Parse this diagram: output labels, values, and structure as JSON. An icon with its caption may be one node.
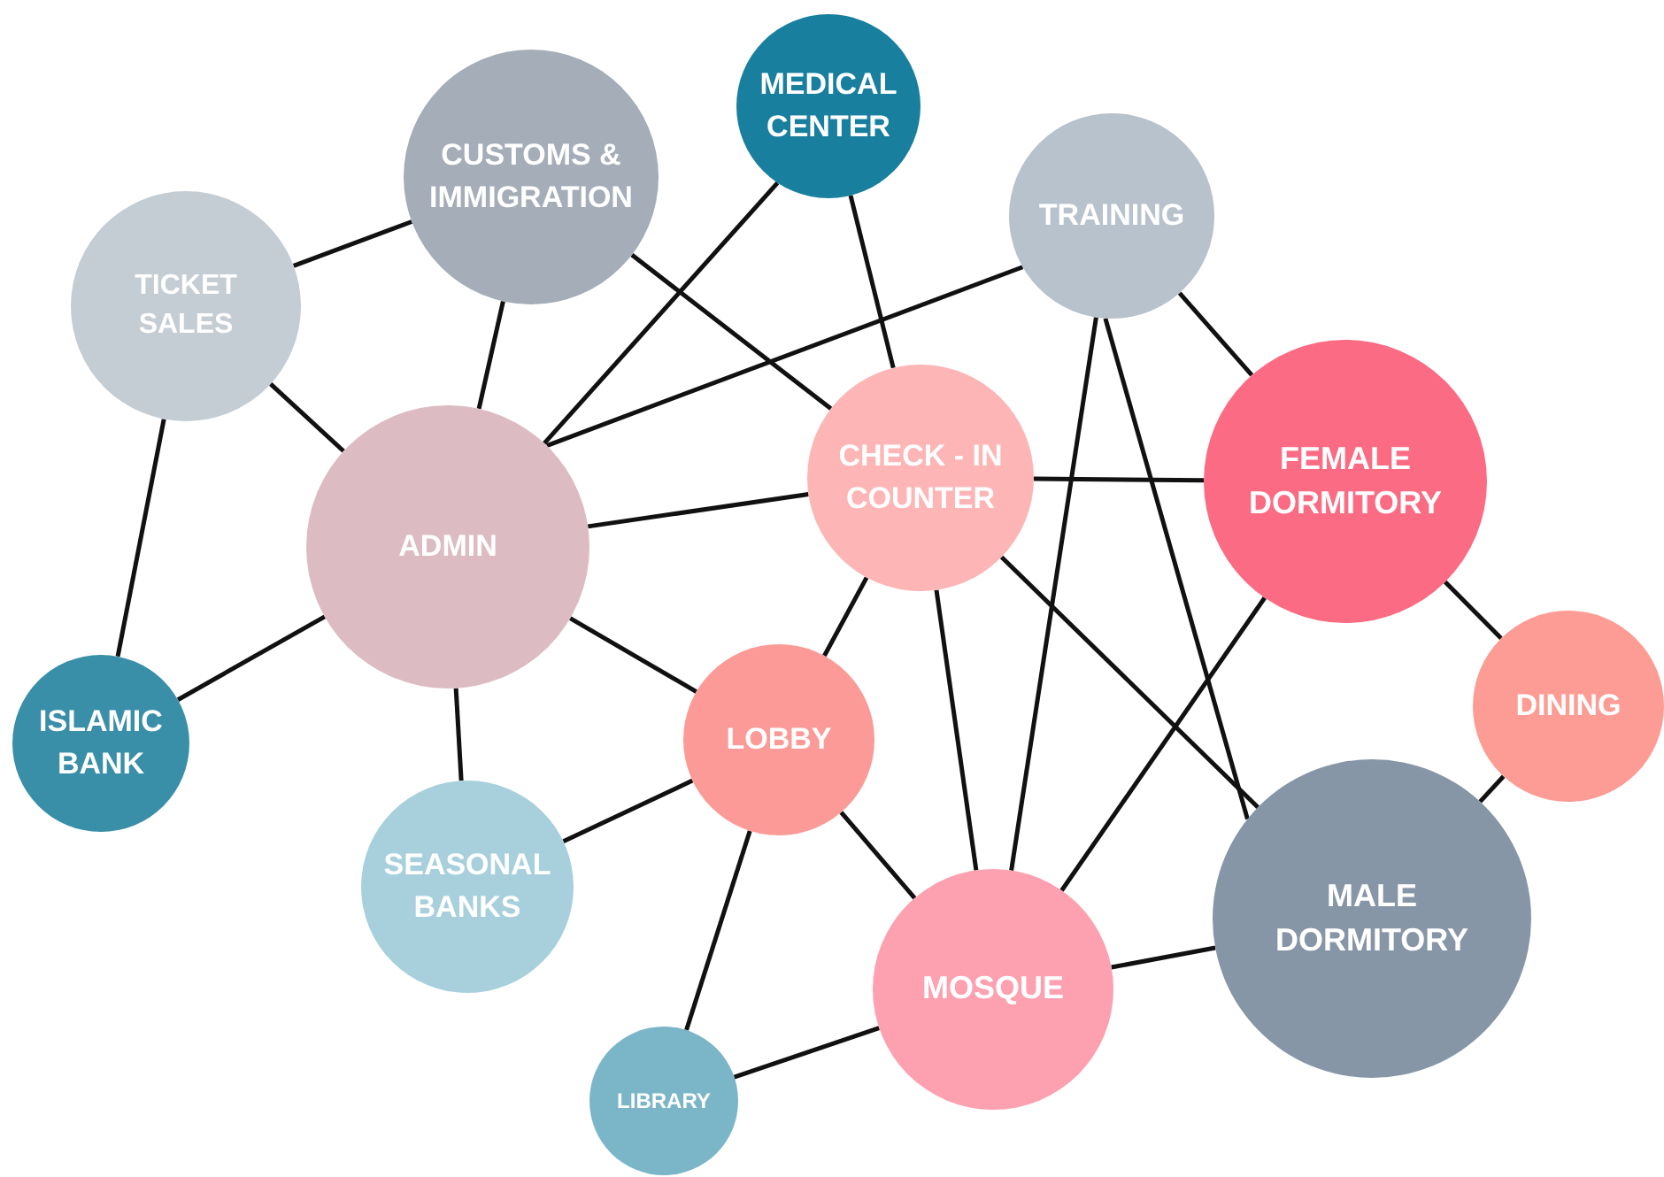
{
  "diagram": {
    "nodes": [
      {
        "text": [
          "TICKET SALES"
        ]
      },
      {
        "text": [
          "CUSTOMS & IMMIGRATION"
        ]
      },
      {
        "text": [
          "MEDICAL CENTER"
        ]
      },
      {
        "text": [
          "TRAINING"
        ]
      },
      {
        "text": [
          "ADMIN"
        ]
      },
      {
        "text": [
          "CHECK - IN COUNTER"
        ]
      },
      {
        "text": [
          "FEMALE DORMITORY"
        ]
      },
      {
        "text": [
          "ISLAMIC BANK"
        ]
      },
      {
        "text": [
          "LOBBY"
        ]
      },
      {
        "text": [
          "DINING"
        ]
      },
      {
        "text": [
          "SEASONAL BANKS"
        ]
      },
      {
        "text": [
          "MOSQUE"
        ]
      },
      {
        "text": [
          "MALE DORMITORY"
        ]
      },
      {
        "text": [
          "LIBRARY"
        ]
      }
    ],
    "edges": [
      {
        "from": 0,
        "to": 1,
        "arrow": "none"
      },
      {
        "from": 0,
        "to": 4,
        "arrow": "none"
      },
      {
        "from": 0,
        "to": 7,
        "arrow": "none"
      },
      {
        "from": 1,
        "to": 4,
        "arrow": "none"
      },
      {
        "from": 1,
        "to": 5,
        "arrow": "none"
      },
      {
        "from": 2,
        "to": 4,
        "arrow": "none"
      },
      {
        "from": 2,
        "to": 5,
        "arrow": "none"
      },
      {
        "from": 3,
        "to": 4,
        "arrow": "none"
      },
      {
        "from": 3,
        "to": 6,
        "arrow": "none"
      },
      {
        "from": 3,
        "to": 11,
        "arrow": "none"
      },
      {
        "from": 3,
        "to": 12,
        "arrow": "none"
      },
      {
        "from": 4,
        "to": 5,
        "arrow": "none"
      },
      {
        "from": 4,
        "to": 7,
        "arrow": "none"
      },
      {
        "from": 4,
        "to": 10,
        "arrow": "none"
      },
      {
        "from": 4,
        "to": 8,
        "arrow": "none"
      },
      {
        "from": 5,
        "to": 6,
        "arrow": "none"
      },
      {
        "from": 5,
        "to": 8,
        "arrow": "none"
      },
      {
        "from": 5,
        "to": 11,
        "arrow": "none"
      },
      {
        "from": 5,
        "to": 12,
        "arrow": "none"
      },
      {
        "from": 6,
        "to": 9,
        "arrow": "none"
      },
      {
        "from": 6,
        "to": 11,
        "arrow": "none"
      },
      {
        "from": 8,
        "to": 10,
        "arrow": "none"
      },
      {
        "from": 8,
        "to": 11,
        "arrow": "none"
      },
      {
        "from": 8,
        "to": 13,
        "arrow": "none"
      },
      {
        "from": 9,
        "to": 12,
        "arrow": "none"
      },
      {
        "from": 11,
        "to": 12,
        "arrow": "none"
      },
      {
        "from": 11,
        "to": 13,
        "arrow": "none"
      }
    ]
  }
}
